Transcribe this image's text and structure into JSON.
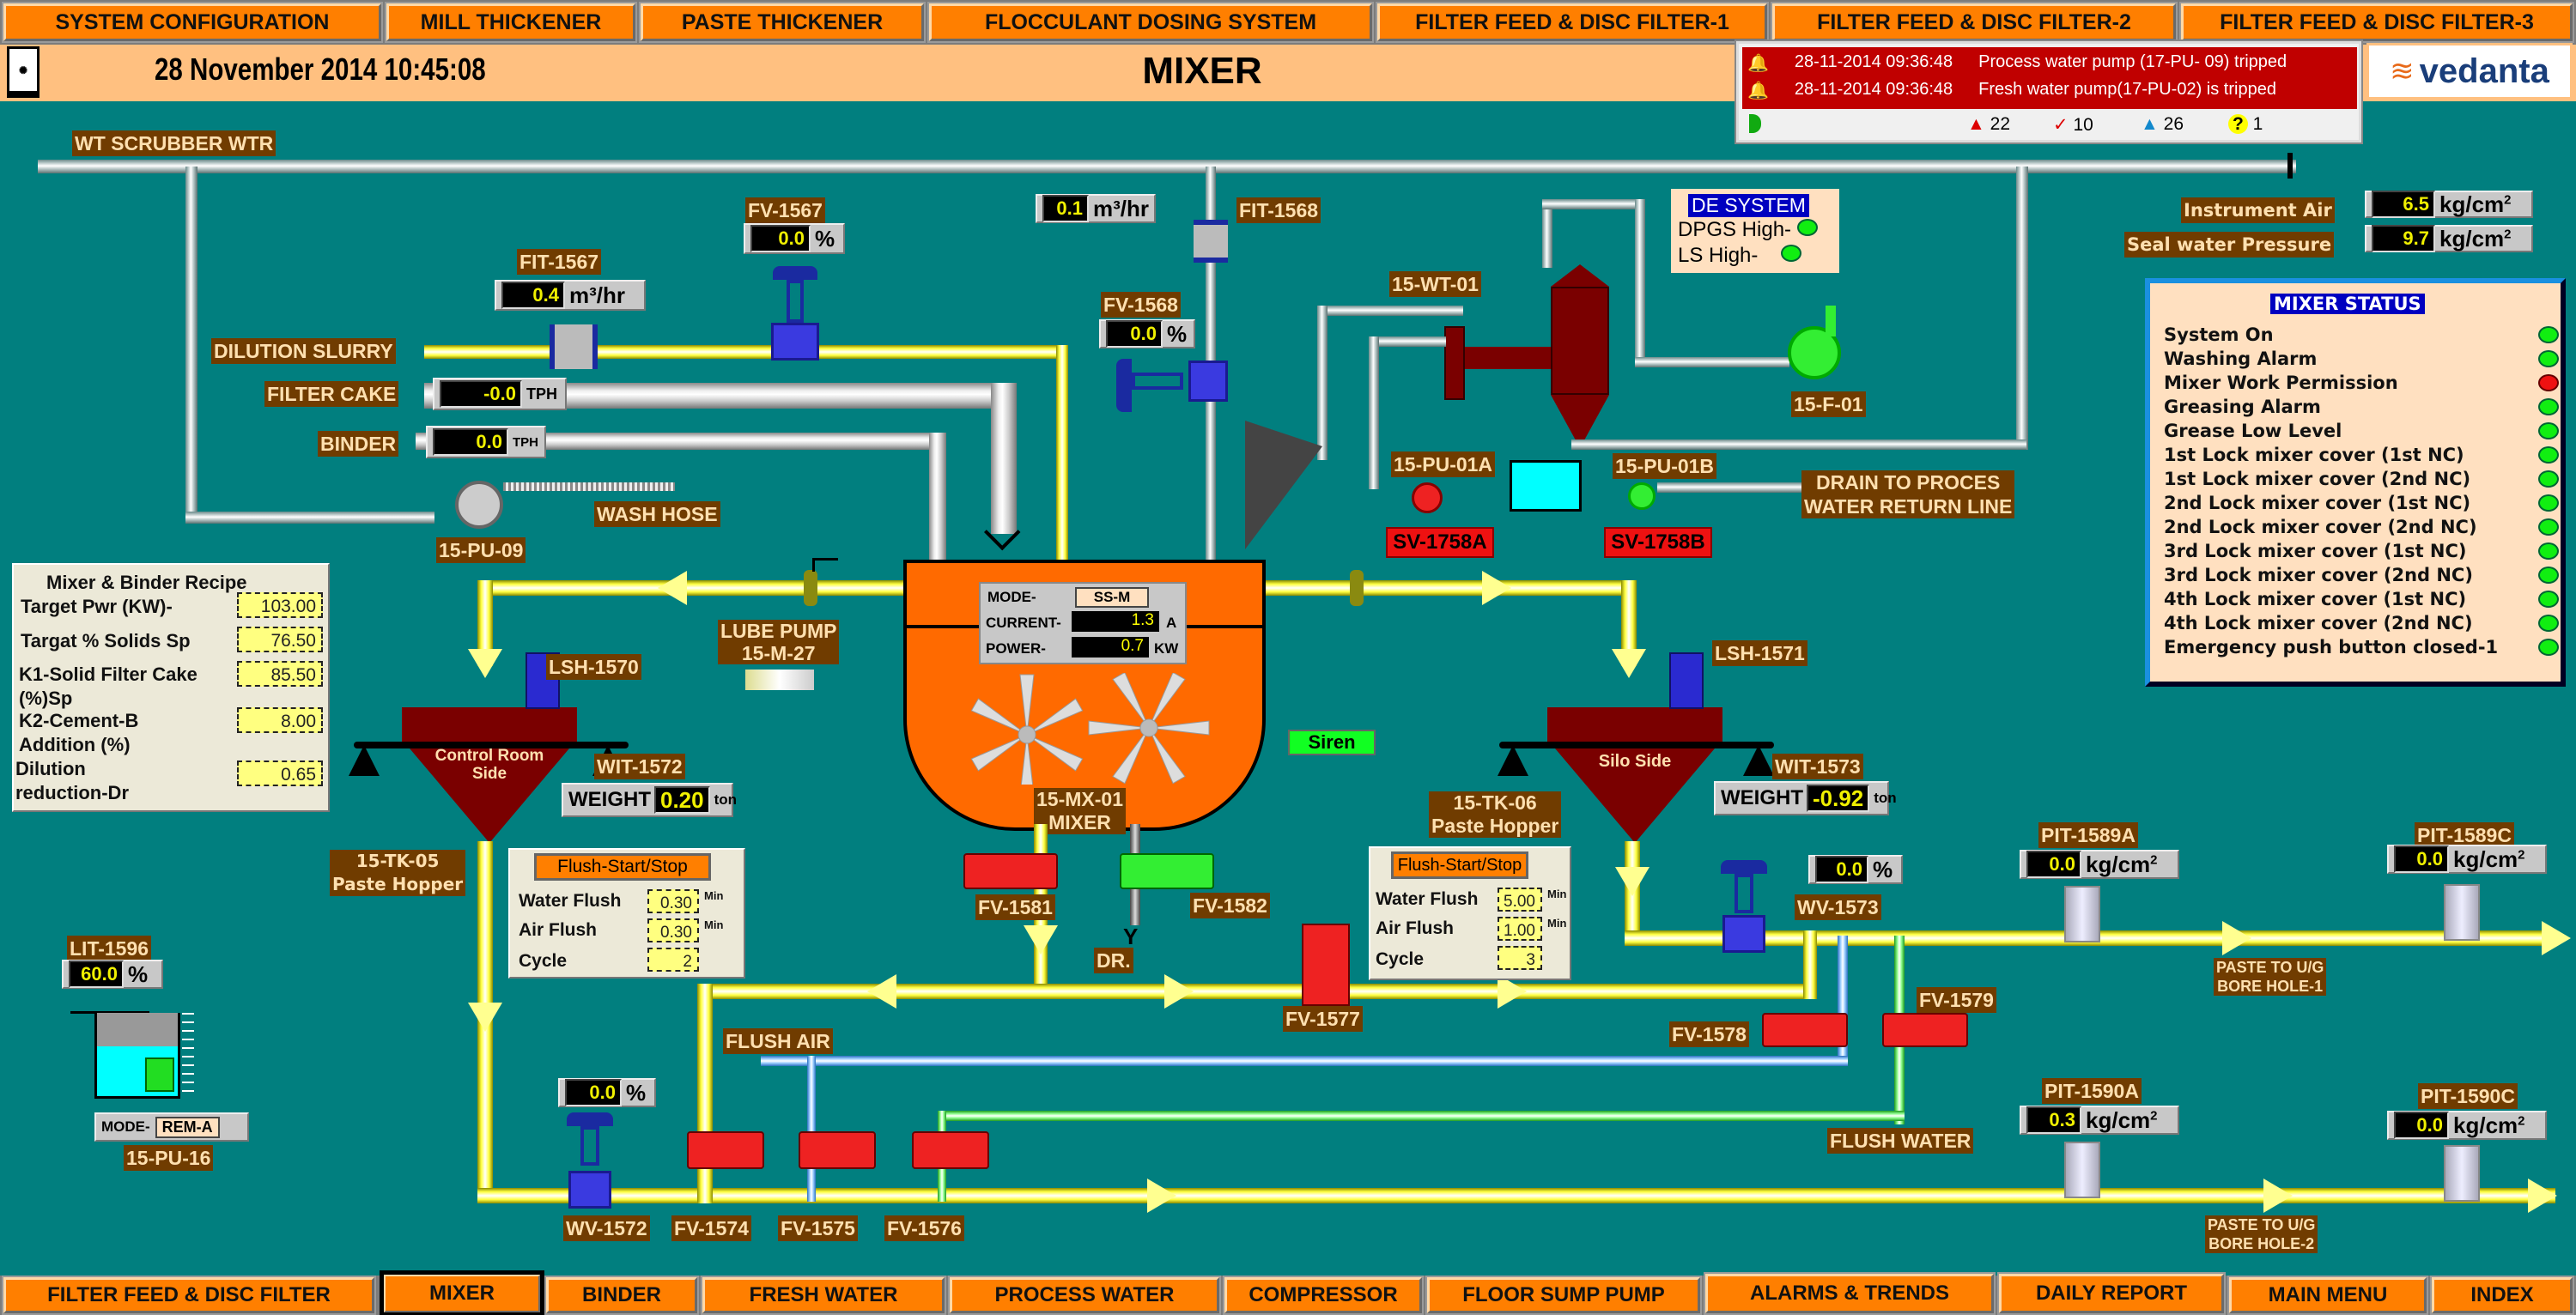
{
  "top_nav": [
    {
      "label": "SYSTEM CONFIGURATION"
    },
    {
      "label": "MILL THICKENER"
    },
    {
      "label": "PASTE THICKENER"
    },
    {
      "label": "FLOCCULANT DOSING SYSTEM"
    },
    {
      "label": "FILTER FEED & DISC FILTER-1"
    },
    {
      "label": "FILTER FEED & DISC FILTER-2"
    },
    {
      "label": "FILTER FEED & DISC FILTER-3"
    }
  ],
  "header": {
    "datetime": "28 November 2014  10:45:08",
    "title": "MIXER",
    "brand": "vedanta"
  },
  "alarms": {
    "items": [
      {
        "time": "28-11-2014 09:36:48",
        "message": "Process water pump (17-PU- 09) tripped"
      },
      {
        "time": "28-11-2014 09:36:48",
        "message": "Fresh water pump(17-PU-02) is tripped"
      }
    ],
    "counts": {
      "active": "22",
      "acknowledged": "10",
      "info": "26",
      "unknown": "1"
    }
  },
  "pipes": {
    "wt_scrubber": "WT SCRUBBER WTR",
    "dilution_slurry": "DILUTION SLURRY",
    "filter_cake": "FILTER CAKE",
    "binder": "BINDER",
    "wash_hose": "WASH HOSE",
    "flush_air": "FLUSH AIR",
    "flush_water": "FLUSH WATER",
    "drain_return": [
      "DRAIN TO PROCES",
      "WATER RETURN LINE"
    ],
    "bore_hole_1": [
      "PASTE TO U/G",
      "BORE HOLE-1"
    ],
    "bore_hole_2": [
      "PASTE TO U/G",
      "BORE HOLE-2"
    ],
    "dr": "DR."
  },
  "instruments": {
    "fit_1567": {
      "tag": "FIT-1567",
      "value": "0.4",
      "unit": "m³/hr"
    },
    "fv_1567": {
      "tag": "FV-1567",
      "value": "0.0",
      "unit": "%"
    },
    "fit_1568": {
      "tag": "FIT-1568",
      "value": "0.1",
      "unit": "m³/hr"
    },
    "fv_1568": {
      "tag": "FV-1568",
      "value": "0.0",
      "unit": "%"
    },
    "filter_cake": {
      "value": "-0.0",
      "unit": "TPH"
    },
    "binder": {
      "value": "0.0",
      "unit": "TPH"
    },
    "instrument_air": {
      "label": "Instrument Air",
      "value": "6.5",
      "unit": "kg/cm",
      "sup": "2"
    },
    "seal_water": {
      "label": "Seal water Pressure",
      "value": "9.7",
      "unit": "kg/cm",
      "sup": "2"
    },
    "wit_1572": {
      "tag": "WIT-1572",
      "label": "WEIGHT",
      "value": "0.20",
      "unit": "ton"
    },
    "wit_1573": {
      "tag": "WIT-1573",
      "label": "WEIGHT",
      "value": "-0.92",
      "unit": "ton"
    },
    "wv_1573": {
      "tag": "WV-1573",
      "value": "0.0",
      "unit": "%"
    },
    "wv_1572": {
      "tag": "WV-1572",
      "value": "0.0",
      "unit": "%"
    },
    "pit_1589a": {
      "tag": "PIT-1589A",
      "value": "0.0",
      "unit": "kg/cm",
      "sup": "2"
    },
    "pit_1589c": {
      "tag": "PIT-1589C",
      "value": "0.0",
      "unit": "kg/cm",
      "sup": "2"
    },
    "pit_1590a": {
      "tag": "PIT-1590A",
      "value": "0.3",
      "unit": "kg/cm",
      "sup": "2"
    },
    "pit_1590c": {
      "tag": "PIT-1590C",
      "value": "0.0",
      "unit": "kg/cm",
      "sup": "2"
    },
    "lit_1596": {
      "tag": "LIT-1596",
      "value": "60.0",
      "unit": "%",
      "level_percent": 60
    }
  },
  "equipment": {
    "pu_09": "15-PU-09",
    "wt_01": "15-WT-01",
    "f_01": "15-F-01",
    "pu_01a": "15-PU-01A",
    "pu_01b": "15-PU-01B",
    "sv_1758a": "SV-1758A",
    "sv_1758b": "SV-1758B",
    "lube_pump": [
      "LUBE PUMP",
      "15-M-27"
    ],
    "lsh_1570": "LSH-1570",
    "lsh_1571": "LSH-1571",
    "tk_05": [
      "15-TK-05",
      "Paste Hopper"
    ],
    "tk_06": [
      "15-TK-06",
      "Paste Hopper"
    ],
    "hopper_left_label": [
      "Control Room",
      "Side"
    ],
    "hopper_right_label": "Silo Side",
    "mixer_tag": [
      "15-MX-01",
      "MIXER"
    ],
    "fv_1581": "FV-1581",
    "fv_1582": "FV-1582",
    "fv_1577": "FV-1577",
    "fv_1578": "FV-1578",
    "fv_1579": "FV-1579",
    "fv_1574": "FV-1574",
    "fv_1575": "FV-1575",
    "fv_1576": "FV-1576",
    "pu_16": "15-PU-16",
    "pu_16_mode_label": "MODE-",
    "pu_16_mode": "REM-A",
    "siren": "Siren"
  },
  "mixer": {
    "mode_label": "MODE-",
    "mode": "SS-M",
    "current_label": "CURRENT-",
    "current": "1.3",
    "current_unit": "A",
    "power_label": "POWER-",
    "power": "0.7",
    "power_unit": "KW"
  },
  "de_system": {
    "title": "DE SYSTEM",
    "items": [
      {
        "label": "DPGS High-",
        "state": "green"
      },
      {
        "label": "LS High-",
        "state": "green"
      }
    ]
  },
  "recipe": {
    "title": "Mixer & Binder Recipe",
    "rows": [
      {
        "label": "Target Pwr (KW)-",
        "value": "103.00"
      },
      {
        "label": "Targat % Solids Sp",
        "value": "76.50"
      },
      {
        "label": "K1-Solid Filter Cake (%)Sp",
        "value": "85.50"
      },
      {
        "label": "K2-Cement-B Addition (%)",
        "value": "8.00"
      },
      {
        "label": "Dilution reduction-Dr",
        "value": "0.65"
      }
    ]
  },
  "flush_left": {
    "button": "Flush-Start/Stop",
    "water_label": "Water Flush",
    "water": "0.30",
    "water_unit": "Min",
    "air_label": "Air Flush",
    "air": "0.30",
    "air_unit": "Min",
    "cycle_label": "Cycle",
    "cycle": "2"
  },
  "flush_right": {
    "button": "Flush-Start/Stop",
    "water_label": "Water Flush",
    "water": "5.00",
    "water_unit": "Min",
    "air_label": "Air Flush",
    "air": "1.00",
    "air_unit": "Min",
    "cycle_label": "Cycle",
    "cycle": "3"
  },
  "mixer_status": {
    "title": "MIXER STATUS",
    "items": [
      {
        "label": "System On",
        "state": "green"
      },
      {
        "label": "Washing Alarm",
        "state": "green"
      },
      {
        "label": "Mixer Work Permission",
        "state": "red"
      },
      {
        "label": "Greasing Alarm",
        "state": "green"
      },
      {
        "label": "Grease Low Level",
        "state": "green"
      },
      {
        "label": "1st Lock mixer cover (1st NC)",
        "state": "green"
      },
      {
        "label": "1st Lock mixer cover (2nd NC)",
        "state": "green"
      },
      {
        "label": "2nd Lock mixer cover (1st NC)",
        "state": "green"
      },
      {
        "label": "2nd Lock mixer cover (2nd NC)",
        "state": "green"
      },
      {
        "label": "3rd Lock mixer cover (1st NC)",
        "state": "green"
      },
      {
        "label": "3rd Lock mixer cover (2nd NC)",
        "state": "green"
      },
      {
        "label": "4th Lock mixer cover (1st NC)",
        "state": "green"
      },
      {
        "label": "4th Lock mixer cover (2nd NC)",
        "state": "green"
      },
      {
        "label": "Emergency push button closed-1",
        "state": "green"
      }
    ]
  },
  "bottom_nav": [
    {
      "label": "FILTER FEED & DISC FILTER"
    },
    {
      "label": "MIXER",
      "active": true
    },
    {
      "label": "BINDER"
    },
    {
      "label": "FRESH WATER"
    },
    {
      "label": "PROCESS WATER"
    },
    {
      "label": "COMPRESSOR"
    },
    {
      "label": "FLOOR SUMP PUMP"
    },
    {
      "label": "ALARMS & TRENDS"
    },
    {
      "label": "DAILY REPORT"
    },
    {
      "label": "MAIN MENU"
    },
    {
      "label": "INDEX"
    }
  ],
  "colors": {
    "background": "#017f7f",
    "nav_button": "#ff7f00",
    "header": "#ffc080",
    "mixer_body": "#ff6a00",
    "hopper": "#7a0000",
    "alarm_banner": "#c00000",
    "tag_label": "#703c00"
  }
}
